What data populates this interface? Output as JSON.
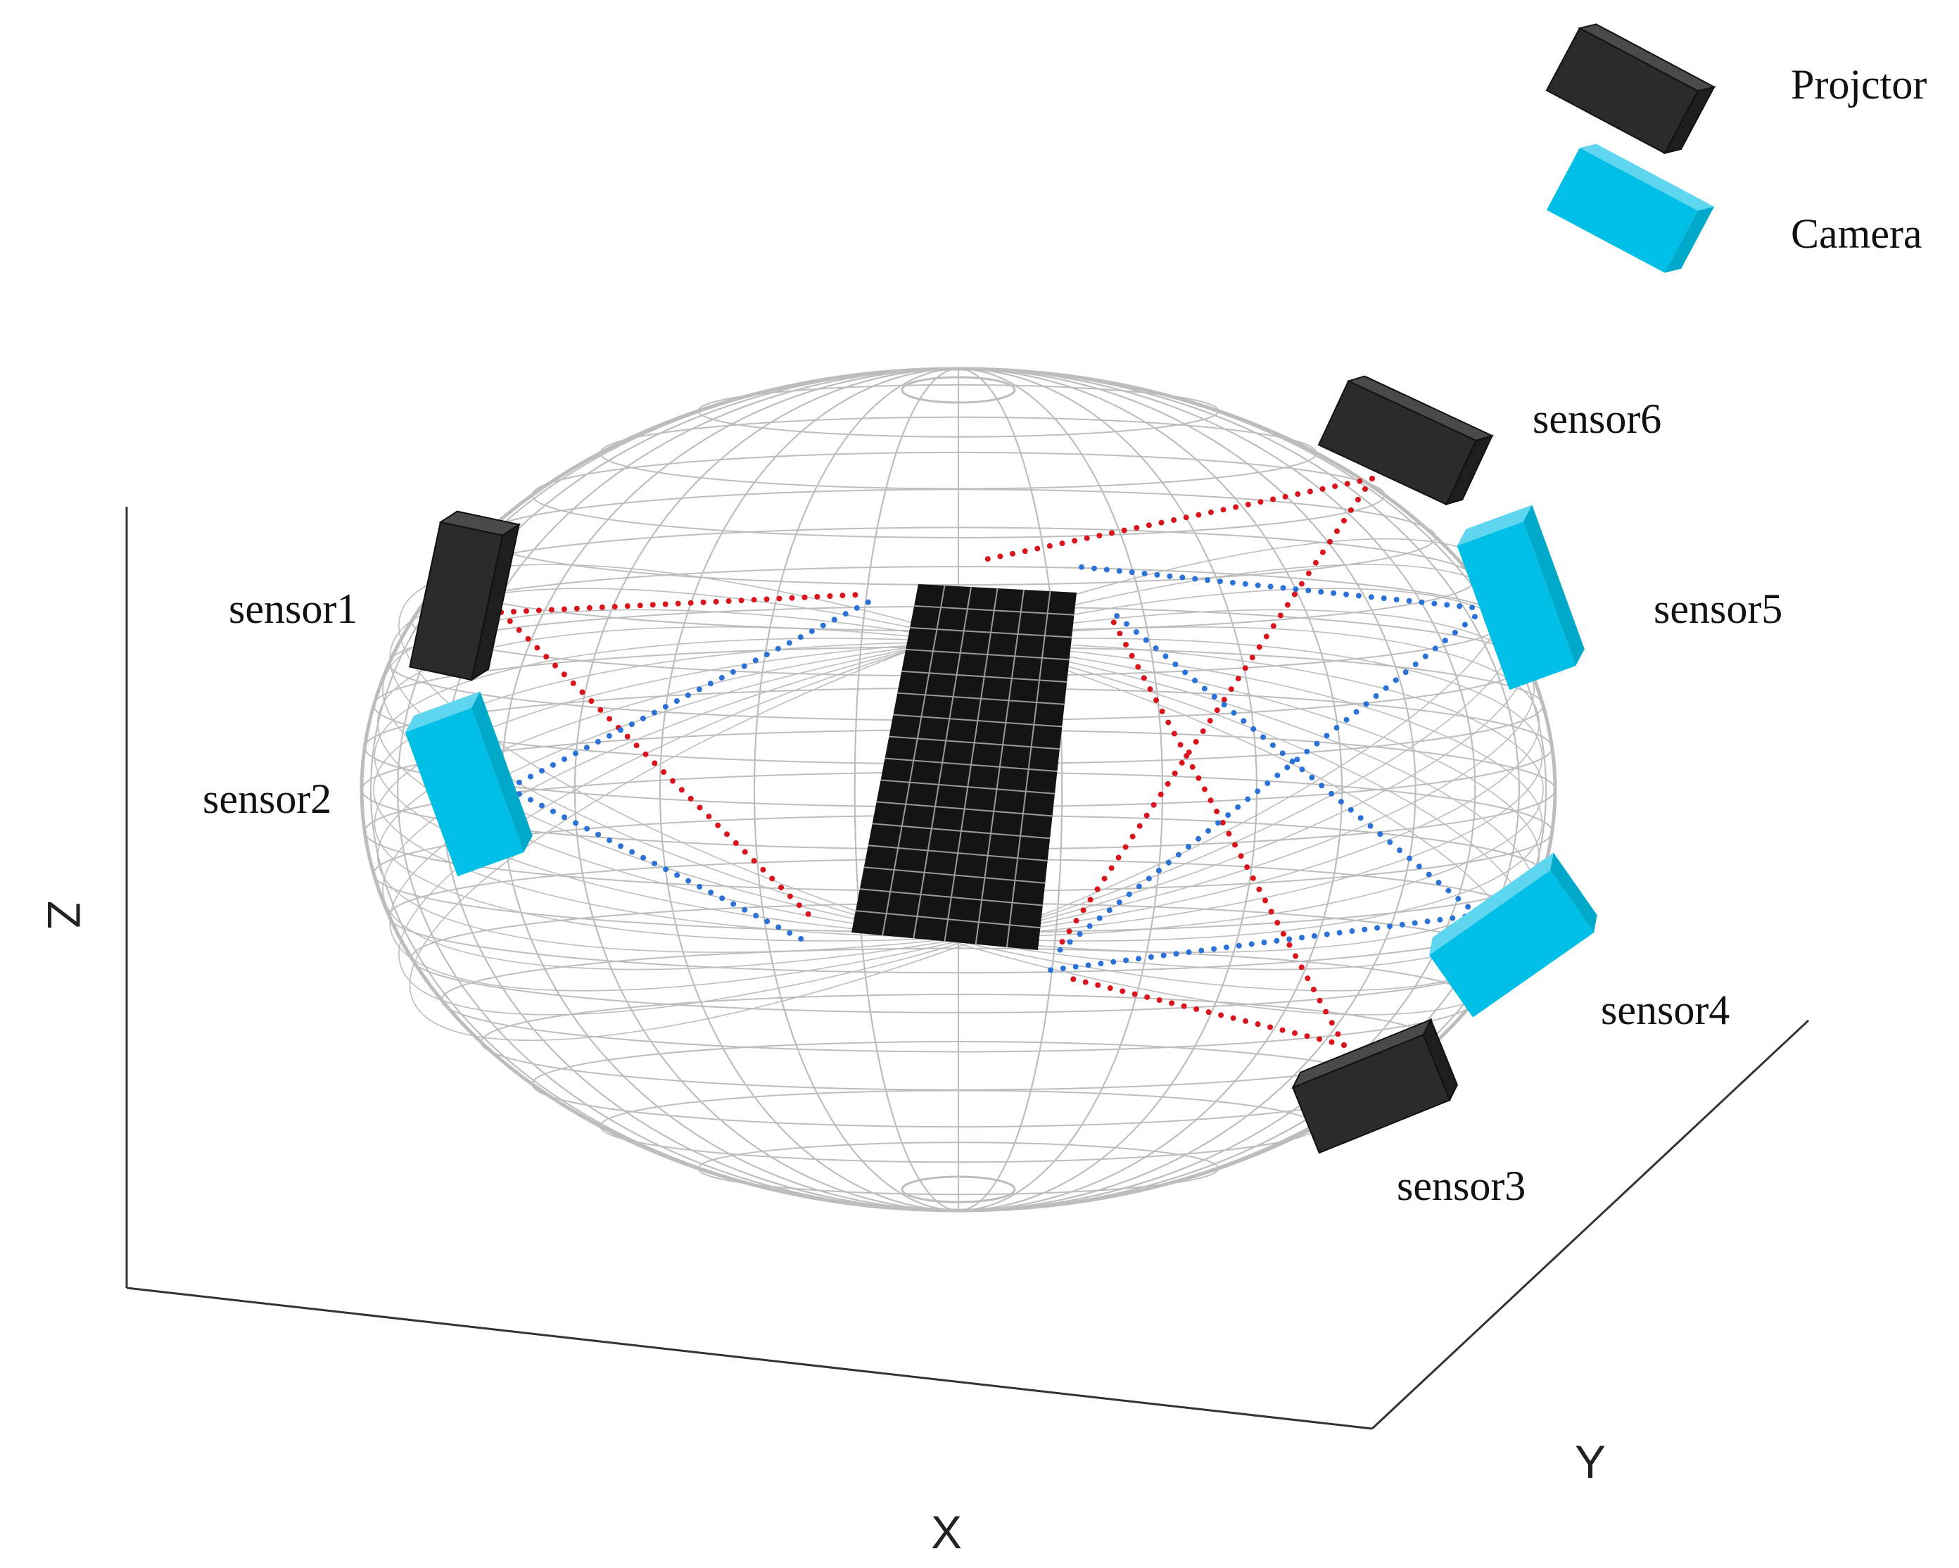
{
  "legend": {
    "projector_label": "Projctor",
    "camera_label": "Camera"
  },
  "axes": {
    "x": "X",
    "y": "Y",
    "z": "Z"
  },
  "sensors": [
    {
      "label": "sensor1",
      "device": "projector"
    },
    {
      "label": "sensor2",
      "device": "camera"
    },
    {
      "label": "sensor3",
      "device": "projector"
    },
    {
      "label": "sensor4",
      "device": "camera"
    },
    {
      "label": "sensor5",
      "device": "camera"
    },
    {
      "label": "sensor6",
      "device": "projector"
    }
  ],
  "colors": {
    "projector": "#2b2b2b",
    "camera": "#00bfe6",
    "projector_ray": "#d9141c",
    "camera_ray": "#2a72d8",
    "sphere_mesh": "#bdbdbd",
    "target": "#141414",
    "axis": "#333333"
  }
}
